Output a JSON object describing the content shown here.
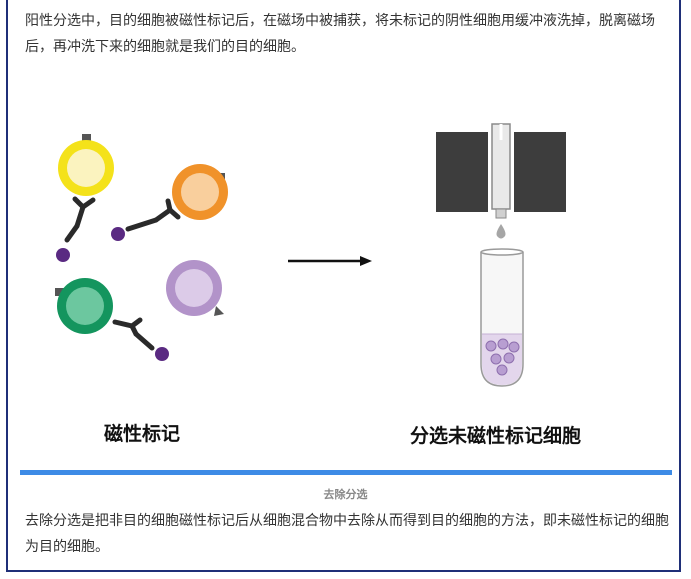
{
  "top_paragraph": "阳性分选中，目的细胞被磁性标记后，在磁场中被捕获，将未标记的阴性细胞用缓冲液洗掉，脱离磁场后，再冲洗下来的细胞就是我们的目的细胞。",
  "figure": {
    "left_caption": "磁性标记",
    "right_caption": "分选未磁性标记细胞"
  },
  "section": {
    "title": "去除分选",
    "paragraph": "去除分选是把非目的细胞磁性标记后从细胞混合物中去除从而得到目的细胞的方法，即未磁性标记的细胞为目的细胞。"
  },
  "colors": {
    "frame": "#1f2f78",
    "divider": "#3d8be6",
    "cell_yellow": "#f4e21a",
    "cell_orange": "#f0922a",
    "cell_green": "#14955e",
    "cell_purple": "#b293c9",
    "magnet": "#3d3d3d",
    "bead": "#5a2a82"
  }
}
